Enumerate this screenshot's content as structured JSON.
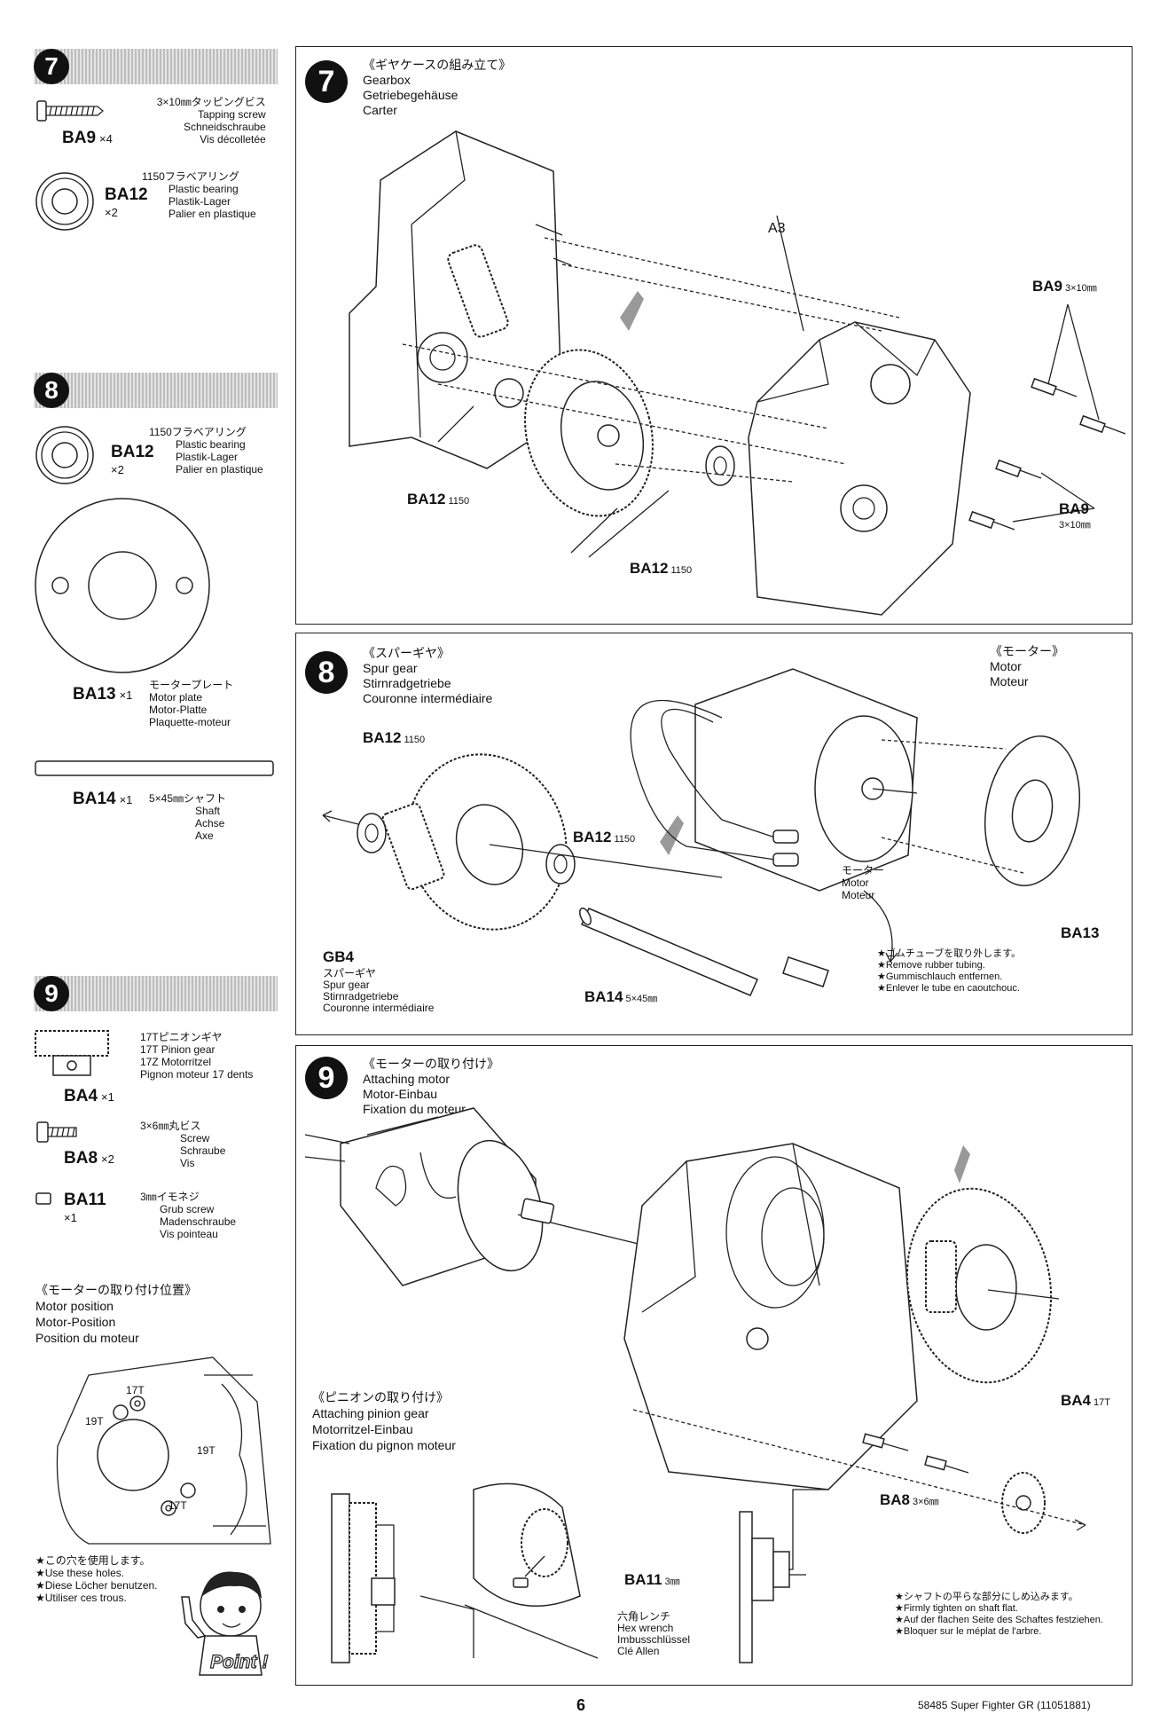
{
  "sidebar": {
    "step7": {
      "number": "7",
      "parts": [
        {
          "code": "BA9",
          "qty": "×4",
          "lines": [
            "3×10㎜タッピングビス",
            "Tapping screw",
            "Schneidschraube",
            "Vis décolletée"
          ]
        },
        {
          "code": "BA12",
          "qty": "×2",
          "lines": [
            "1150フラベアリング",
            "Plastic bearing",
            "Plastik-Lager",
            "Palier en plastique"
          ]
        }
      ]
    },
    "step8": {
      "number": "8",
      "parts": [
        {
          "code": "BA12",
          "qty": "×2",
          "lines": [
            "1150フラベアリング",
            "Plastic bearing",
            "Plastik-Lager",
            "Palier en plastique"
          ]
        },
        {
          "code": "BA13",
          "qty": "×1",
          "lines": [
            "モータープレート",
            "Motor plate",
            "Motor-Platte",
            "Plaquette-moteur"
          ]
        },
        {
          "code": "BA14",
          "qty": "×1",
          "lines": [
            "5×45㎜シャフト",
            "Shaft",
            "Achse",
            "Axe"
          ]
        }
      ]
    },
    "step9": {
      "number": "9",
      "parts": [
        {
          "code": "BA4",
          "qty": "×1",
          "lines": [
            "17Tピニオンギヤ",
            "17T Pinion gear",
            "17Z Motorritzel",
            "Pignon moteur 17 dents"
          ]
        },
        {
          "code": "BA8",
          "qty": "×2",
          "lines": [
            "3×6㎜丸ビス",
            "Screw",
            "Schraube",
            "Vis"
          ]
        },
        {
          "code": "BA11",
          "qty": "×1",
          "lines": [
            "3㎜イモネジ",
            "Grub screw",
            "Madenschraube",
            "Vis pointeau"
          ]
        }
      ],
      "motor_position": {
        "lines": [
          "《モーターの取り付け位置》",
          "Motor position",
          "Motor-Position",
          "Position du moteur"
        ],
        "holes": [
          "17T",
          "19T",
          "19T",
          "17T"
        ],
        "note": [
          "★この穴を使用します。",
          "★Use these holes.",
          "★Diese Löcher benutzen.",
          "★Utiliser ces trous."
        ],
        "point_label": "Point !"
      }
    }
  },
  "panel7": {
    "number": "7",
    "titles": [
      "《ギヤケースの組み立て》",
      "Gearbox",
      "Getriebegehäuse",
      "Carter"
    ],
    "labels": {
      "a3": "A3",
      "ba9_top": "BA9",
      "ba9_top_spec": "3×10㎜",
      "ba9_bottom": "BA9",
      "ba9_bottom_spec": "3×10㎜",
      "ba12_left": "BA12",
      "ba12_left_spec": "1150",
      "ba12_right": "BA12",
      "ba12_right_spec": "1150"
    }
  },
  "panel8": {
    "number": "8",
    "titles": [
      "《スパーギヤ》",
      "Spur gear",
      "Stirnradgetriebe",
      "Couronne intermédiaire"
    ],
    "motor_titles": [
      "《モーター》",
      "Motor",
      "Moteur"
    ],
    "labels": {
      "ba12_a": "BA12",
      "ba12_a_spec": "1150",
      "ba12_b": "BA12",
      "ba12_b_spec": "1150",
      "gb4": "GB4",
      "ba14": "BA14",
      "ba14_spec": "5×45㎜",
      "ba13": "BA13"
    },
    "gb4_lines": [
      "スパーギヤ",
      "Spur gear",
      "Stirnradgetriebe",
      "Couronne intermédiaire"
    ],
    "motor_lines": [
      "モーター",
      "Motor",
      "Moteur"
    ],
    "tube_note": [
      "★ゴムチューブを取り外します。",
      "★Remove rubber tubing.",
      "★Gummischlauch entfernen.",
      "★Enlever le tube en caoutchouc."
    ]
  },
  "panel9": {
    "number": "9",
    "titles": [
      "《モーターの取り付け》",
      "Attaching motor",
      "Motor-Einbau",
      "Fixation du moteur"
    ],
    "pinion_titles": [
      "《ピニオンの取り付け》",
      "Attaching pinion gear",
      "Motorritzel-Einbau",
      "Fixation du pignon moteur"
    ],
    "labels": {
      "ba4": "BA4",
      "ba4_spec": "17T",
      "ba8": "BA8",
      "ba8_spec": "3×6㎜",
      "ba11": "BA11",
      "ba11_spec": "3㎜"
    },
    "wrench_lines": [
      "六角レンチ",
      "Hex wrench",
      "Imbusschlüssel",
      "Clé Allen"
    ],
    "flat_note": [
      "★シャフトの平らな部分にしめ込みます。",
      "★Firmly tighten on shaft flat.",
      "★Auf der flachen Seite des Schaftes festziehen.",
      "★Bloquer sur le méplat de l'arbre."
    ]
  },
  "footer": {
    "page": "6",
    "model": "58485 Super Fighter GR (11051881)"
  }
}
